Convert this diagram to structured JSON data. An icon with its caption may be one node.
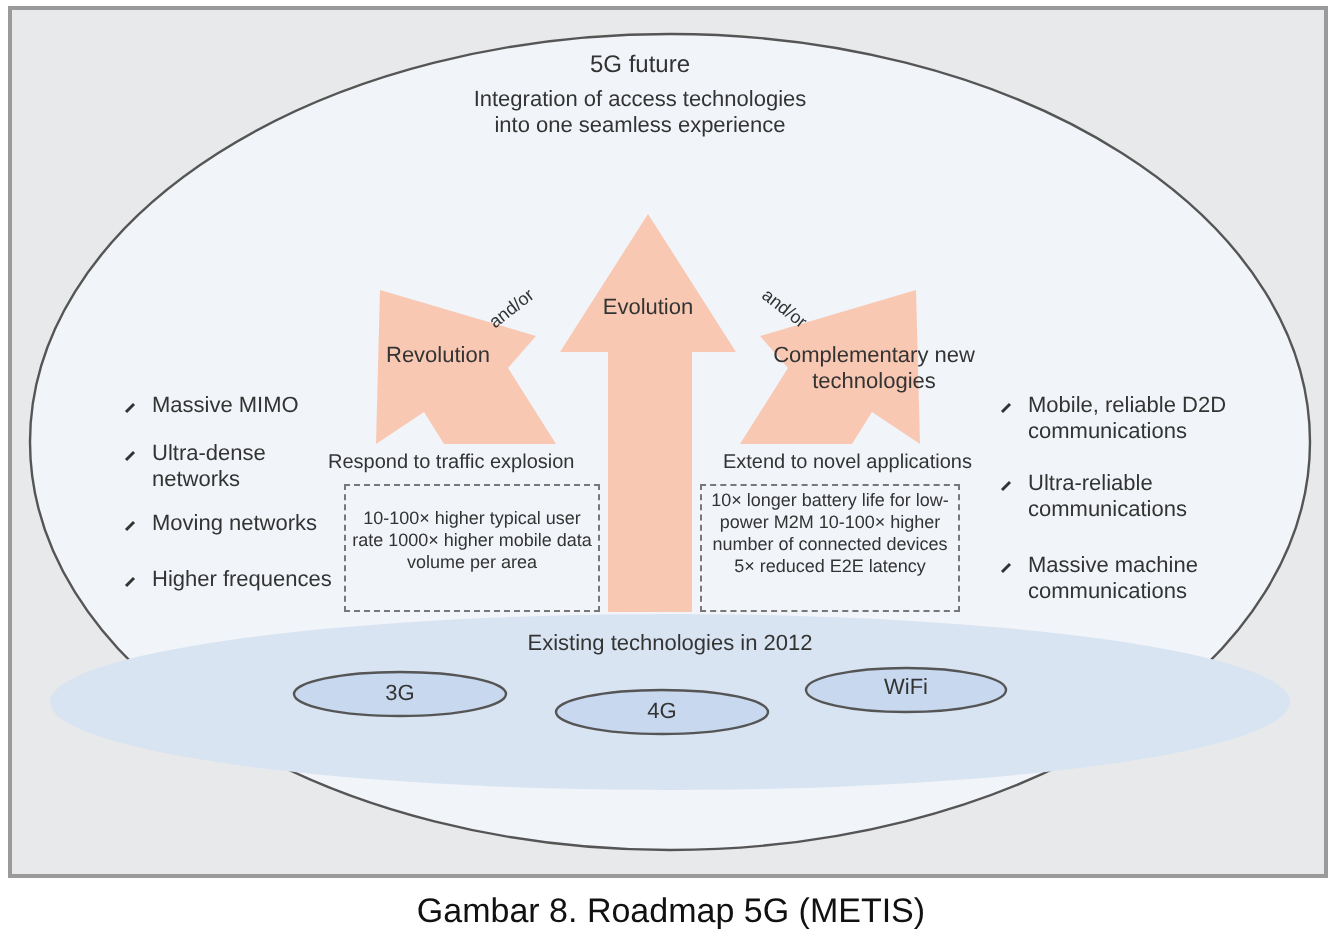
{
  "diagram": {
    "caption": "Gambar 8. Roadmap 5G (METIS)",
    "nodes": [
      {
        "text": [
          "5G future",
          "Integration of access technologies into one seamless experience"
        ]
      },
      {
        "text": [
          "Revolution"
        ],
        "in": 0
      },
      {
        "text": [
          "Evolution"
        ],
        "in": 0
      },
      {
        "text": [
          "Complementary new technologies"
        ],
        "in": 0
      },
      {
        "text": [
          "Respond to traffic explosion",
          "10-100× higher typical user rate 1000× higher mobile data volume per area"
        ],
        "in": 0
      },
      {
        "text": [
          "Extend to novel applications",
          "10× longer battery life for low-power M2M 10-100× higher number of connected devices 5× reduced E2E latency"
        ],
        "in": 0
      },
      {
        "text": [
          "Existing technologies in 2012"
        ],
        "in": 0
      },
      {
        "text": [
          "3G"
        ],
        "in": 6
      },
      {
        "text": [
          "4G"
        ],
        "in": 6
      },
      {
        "text": [
          "WiFi"
        ],
        "in": 6
      }
    ],
    "labels": [
      "and/or",
      "and/or",
      "Massive MIMO",
      "Ultra-dense networks",
      "Moving networks",
      "Higher frequences",
      "Mobile, reliable D2D communications",
      "Ultra-reliable communications",
      "Massive machine communications"
    ]
  }
}
